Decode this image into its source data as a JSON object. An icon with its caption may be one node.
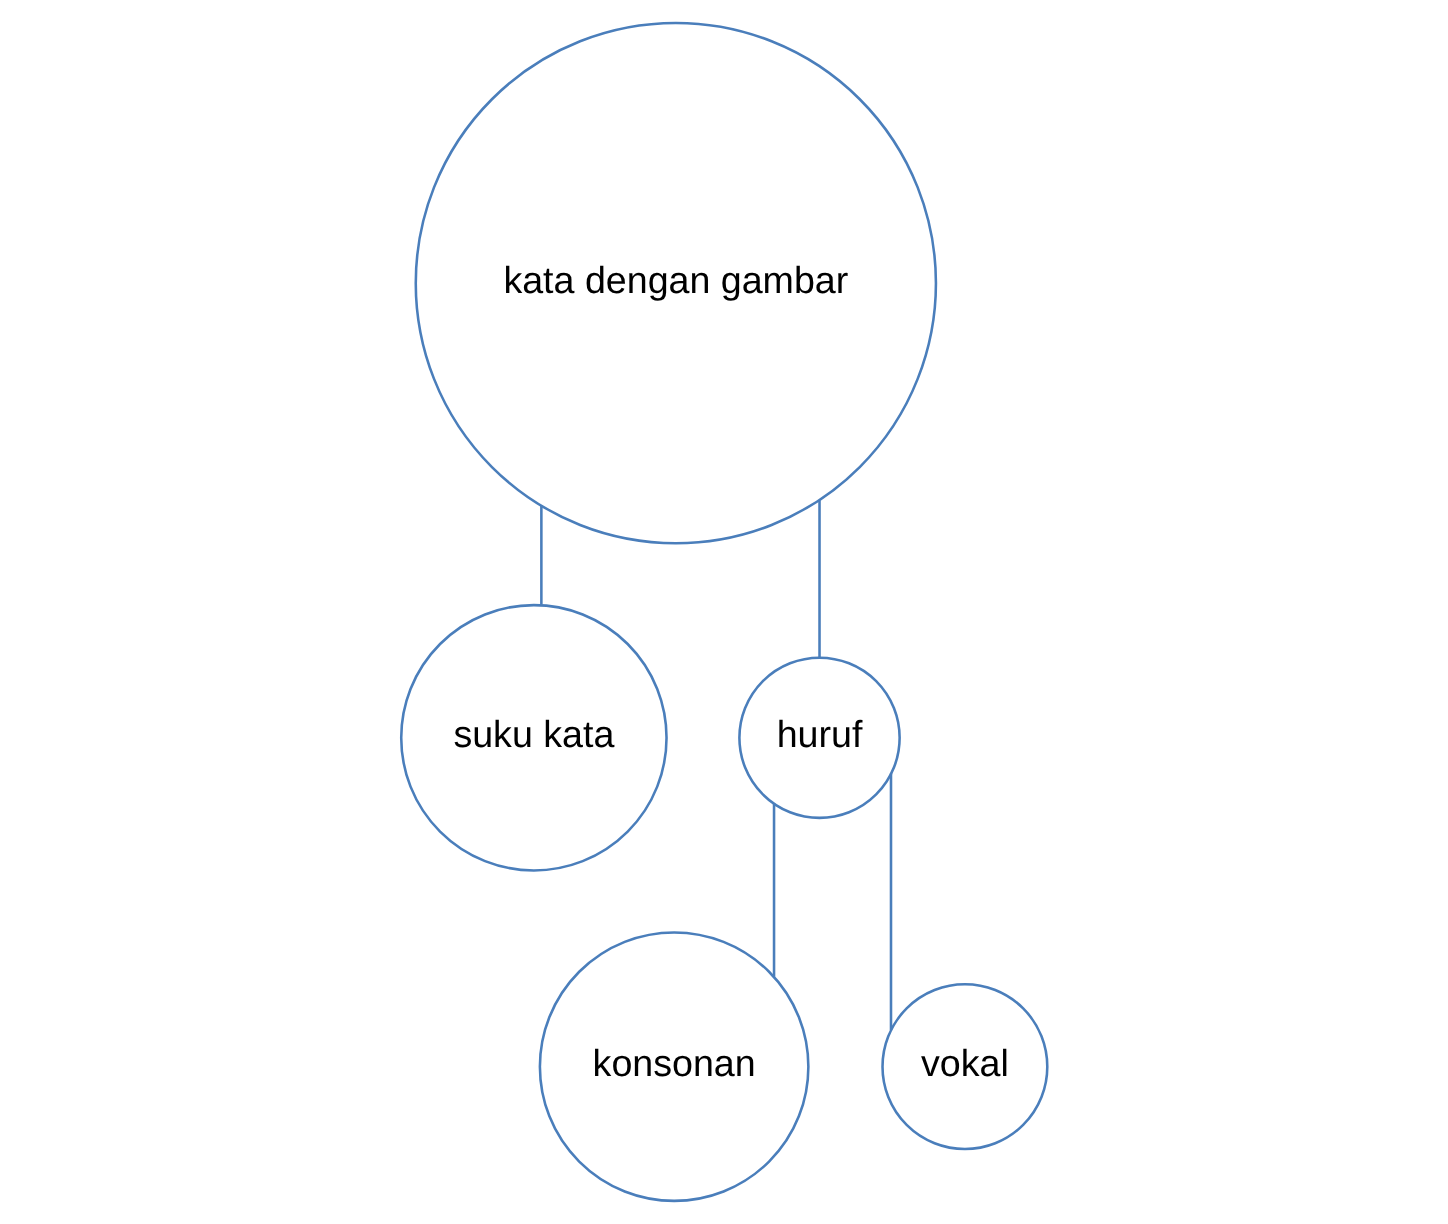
{
  "diagram": {
    "nodes": [
      {
        "text": [
          "kata dengan gambar"
        ]
      },
      {
        "text": [
          "suku kata"
        ]
      },
      {
        "text": [
          "huruf"
        ]
      },
      {
        "text": [
          "konsonan"
        ]
      },
      {
        "text": [
          "vokal"
        ]
      }
    ],
    "edges": [
      {
        "from": 0,
        "to": 1,
        "arrow": "none"
      },
      {
        "from": 0,
        "to": 2,
        "arrow": "none"
      },
      {
        "from": 2,
        "to": 3,
        "arrow": "none"
      },
      {
        "from": 2,
        "to": 4,
        "arrow": "none"
      }
    ]
  }
}
